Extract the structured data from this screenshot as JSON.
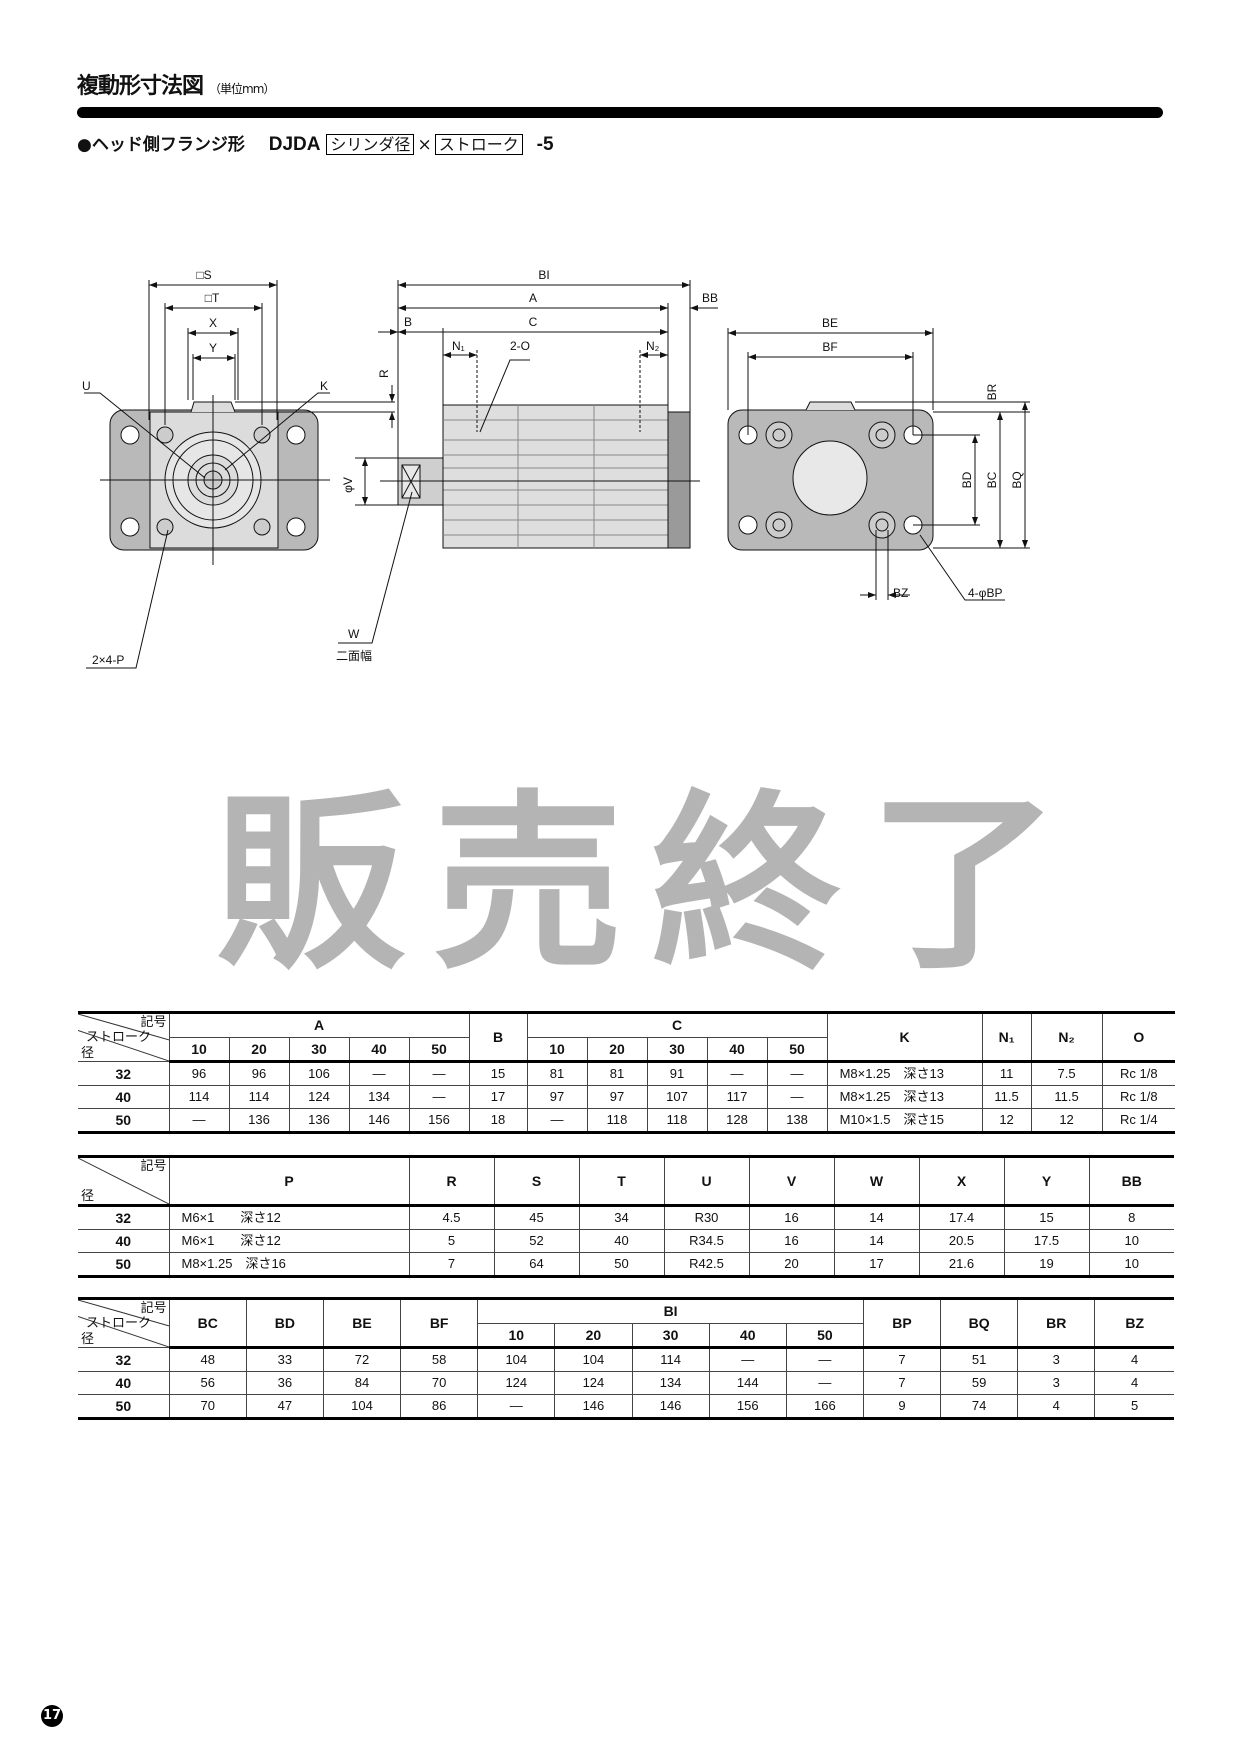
{
  "header": {
    "title": "複動形寸法図",
    "unit": "（単位mm）",
    "subtitle_prefix": "●ヘッド側フランジ形",
    "model": "DJDA",
    "box1": "シリンダ径",
    "times": "×",
    "box2": "ストローク",
    "suffix": "-5"
  },
  "drawing_labels": {
    "S": "□S",
    "T": "□T",
    "X": "X",
    "Y": "Y",
    "U": "U",
    "K": "K",
    "R": "R",
    "P": "2×4-P",
    "W": "W",
    "width_across_flats": "二面幅",
    "V": "φV",
    "BI": "BI",
    "A": "A",
    "BB": "BB",
    "B": "B",
    "C": "C",
    "N1": "N₁",
    "O": "2-O",
    "N2": "N₂",
    "BE": "BE",
    "BF": "BF",
    "BR": "BR",
    "BD": "BD",
    "BC": "BC",
    "BQ": "BQ",
    "BZ": "BZ",
    "BP": "4-φBP"
  },
  "watermark": "販売終了",
  "corner": {
    "symbol": "記号",
    "stroke": "ストローク",
    "bore": "径"
  },
  "table1": {
    "groups": [
      {
        "label": "A",
        "span": 5
      },
      {
        "label": "B",
        "span": 1,
        "rowspan": 2
      },
      {
        "label": "C",
        "span": 5
      },
      {
        "label": "K",
        "span": 1,
        "rowspan": 2
      },
      {
        "label": "N₁",
        "span": 1,
        "rowspan": 2
      },
      {
        "label": "N₂",
        "span": 1,
        "rowspan": 2
      },
      {
        "label": "O",
        "span": 1,
        "rowspan": 2
      }
    ],
    "sub": [
      "10",
      "20",
      "30",
      "40",
      "50",
      "10",
      "20",
      "30",
      "40",
      "50"
    ],
    "rows": [
      [
        "32",
        "96",
        "96",
        "106",
        "—",
        "—",
        "15",
        "81",
        "81",
        "91",
        "—",
        "—",
        "M8×1.25　深さ13",
        "11",
        "7.5",
        "Rc 1/8"
      ],
      [
        "40",
        "114",
        "114",
        "124",
        "134",
        "—",
        "17",
        "97",
        "97",
        "107",
        "117",
        "—",
        "M8×1.25　深さ13",
        "11.5",
        "11.5",
        "Rc 1/8"
      ],
      [
        "50",
        "—",
        "136",
        "136",
        "146",
        "156",
        "18",
        "—",
        "118",
        "118",
        "128",
        "138",
        "M10×1.5　深さ15",
        "12",
        "12",
        "Rc 1/4"
      ]
    ]
  },
  "table2": {
    "headers": [
      "P",
      "R",
      "S",
      "T",
      "U",
      "V",
      "W",
      "X",
      "Y",
      "BB"
    ],
    "rows": [
      [
        "32",
        "M6×1　　深さ12",
        "4.5",
        "45",
        "34",
        "R30",
        "16",
        "14",
        "17.4",
        "15",
        "8"
      ],
      [
        "40",
        "M6×1　　深さ12",
        "5",
        "52",
        "40",
        "R34.5",
        "16",
        "14",
        "20.5",
        "17.5",
        "10"
      ],
      [
        "50",
        "M8×1.25　深さ16",
        "7",
        "64",
        "50",
        "R42.5",
        "20",
        "17",
        "21.6",
        "19",
        "10"
      ]
    ]
  },
  "table3": {
    "groups": [
      {
        "label": "BC",
        "span": 1,
        "rowspan": 2
      },
      {
        "label": "BD",
        "span": 1,
        "rowspan": 2
      },
      {
        "label": "BE",
        "span": 1,
        "rowspan": 2
      },
      {
        "label": "BF",
        "span": 1,
        "rowspan": 2
      },
      {
        "label": "BI",
        "span": 5
      },
      {
        "label": "BP",
        "span": 1,
        "rowspan": 2
      },
      {
        "label": "BQ",
        "span": 1,
        "rowspan": 2
      },
      {
        "label": "BR",
        "span": 1,
        "rowspan": 2
      },
      {
        "label": "BZ",
        "span": 1,
        "rowspan": 2
      }
    ],
    "sub": [
      "10",
      "20",
      "30",
      "40",
      "50"
    ],
    "rows": [
      [
        "32",
        "48",
        "33",
        "72",
        "58",
        "104",
        "104",
        "114",
        "—",
        "—",
        "7",
        "51",
        "3",
        "4"
      ],
      [
        "40",
        "56",
        "36",
        "84",
        "70",
        "124",
        "124",
        "134",
        "144",
        "—",
        "7",
        "59",
        "3",
        "4"
      ],
      [
        "50",
        "70",
        "47",
        "104",
        "86",
        "—",
        "146",
        "146",
        "156",
        "166",
        "9",
        "74",
        "4",
        "5"
      ]
    ]
  },
  "page_number": "17"
}
